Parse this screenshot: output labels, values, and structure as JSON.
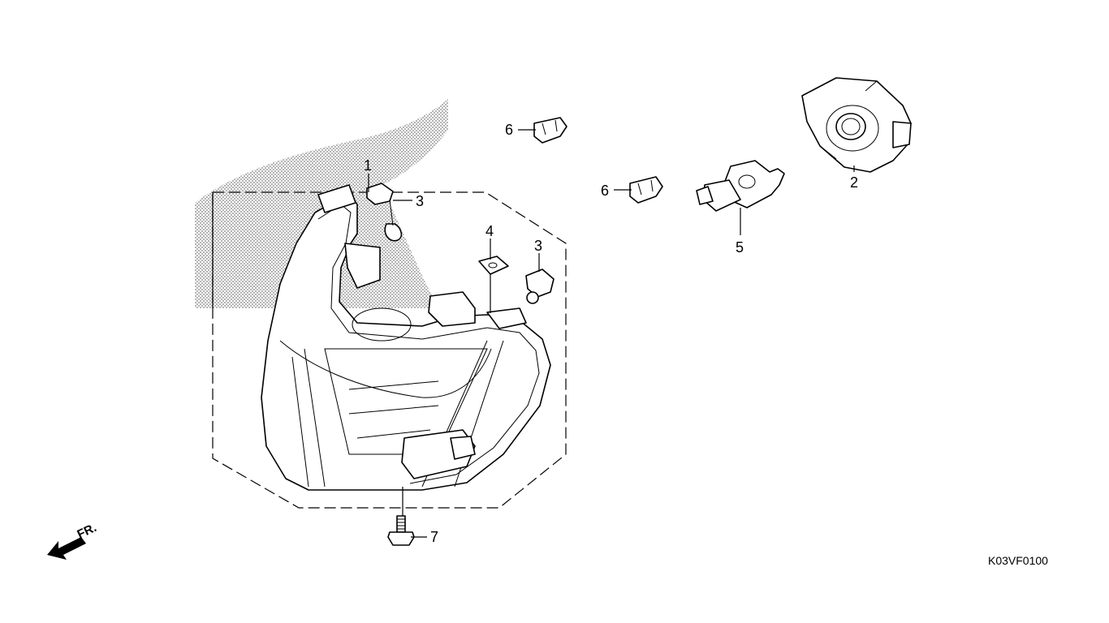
{
  "diagram": {
    "callouts": {
      "headlight_unit": "1",
      "cover": "2",
      "clip_a": "3",
      "clip_b": "3",
      "nut": "4",
      "bulb": "5",
      "grommet_a": "6",
      "grommet_b": "6",
      "bolt": "7"
    },
    "front_indicator": "FR.",
    "diagram_code": "K03VF0100"
  }
}
